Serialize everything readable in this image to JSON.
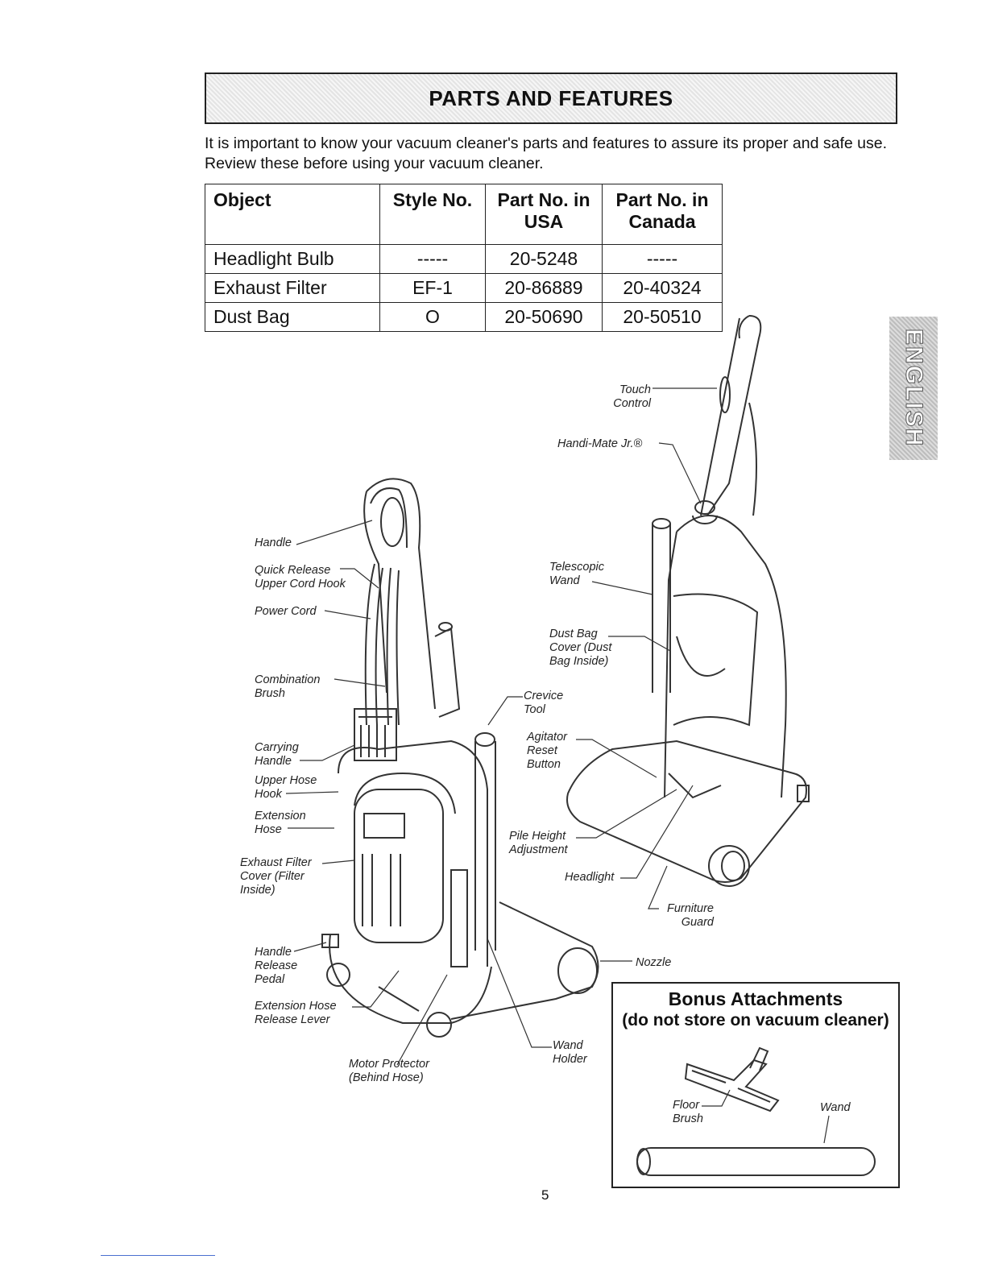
{
  "header": {
    "title": "PARTS AND FEATURES"
  },
  "intro": "It is important to know your vacuum cleaner's parts and features to assure its proper and safe use. Review these before using your vacuum cleaner.",
  "table": {
    "headers": [
      "Object",
      "Style No.",
      "Part No. in USA",
      "Part No. in Canada"
    ],
    "rows": [
      [
        "Headlight Bulb",
        "-----",
        "20-5248",
        "-----"
      ],
      [
        "Exhaust Filter",
        "EF-1",
        "20-86889",
        "20-40324"
      ],
      [
        "Dust Bag",
        "O",
        "20-50690",
        "20-50510"
      ]
    ]
  },
  "side_tab": "ENGLISH",
  "labels": {
    "touch_control": "Touch Control",
    "handi_mate": "Handi-Mate Jr.®",
    "handle": "Handle",
    "quick_release": "Quick Release Upper Cord Hook",
    "power_cord": "Power Cord",
    "telescopic_wand": "Telescopic Wand",
    "dust_bag_cover": "Dust Bag Cover (Dust Bag Inside)",
    "combination_brush": "Combination Brush",
    "crevice_tool": "Crevice Tool",
    "carrying_handle": "Carrying Handle",
    "agitator_reset": "Agitator Reset Button",
    "upper_hose_hook": "Upper Hose Hook",
    "extension_hose": "Extension Hose",
    "pile_height": "Pile Height Adjustment",
    "exhaust_filter_cover": "Exhaust Filter Cover (Filter Inside)",
    "headlight": "Headlight",
    "furniture_guard": "Furniture Guard",
    "handle_release_pedal": "Handle Release Pedal",
    "nozzle": "Nozzle",
    "extension_hose_release": "Extension Hose Release Lever",
    "motor_protector": "Motor Protector (Behind Hose)",
    "wand_holder": "Wand Holder"
  },
  "bonus": {
    "title": "Bonus Attachments",
    "subtitle": "(do not store on vacuum cleaner)",
    "floor_brush": "Floor Brush",
    "wand": "Wand"
  },
  "page_number": "5"
}
